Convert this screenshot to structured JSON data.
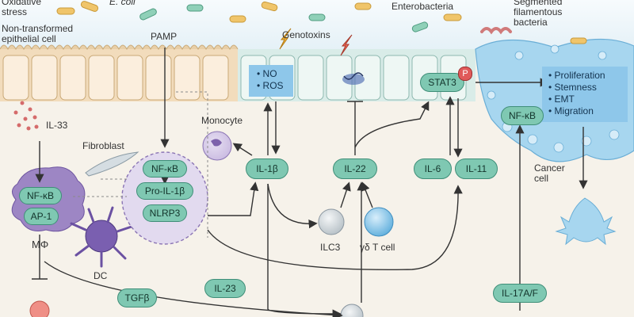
{
  "labels": {
    "oxidative_stress": [
      "Oxidative",
      "stress"
    ],
    "e_coli": "E. coli",
    "enterobacteria": "Enterobacteria",
    "sfb": [
      "Segmented",
      "filamentous",
      "bacteria"
    ],
    "non_transformed": [
      "Non-transformed",
      "epithelial cell"
    ],
    "pamp": "PAMP",
    "genotoxins": "Genotoxins",
    "no": "NO",
    "ros": "ROS",
    "stat3": "STAT3",
    "p": "P",
    "il33": "IL-33",
    "monocyte": "Monocyte",
    "fibroblast": "Fibroblast",
    "mphi": "MΦ",
    "dc": "DC",
    "ilc3": "ILC3",
    "gdt": "γδ T cell",
    "cancer_cell": [
      "Cancer",
      "cell"
    ]
  },
  "factors": {
    "nfkb_m": "NF-κB",
    "ap1": "AP-1",
    "nfkb_c": "NF-κB",
    "pro_il1b": "Pro-IL-1β",
    "nlrp3": "NLRP3",
    "il1b": "IL-1β",
    "il22": "IL-22",
    "il6": "IL-6",
    "il11": "IL-11",
    "nfkb_cancer": "NF-κB",
    "tgfb": "TGFβ",
    "il23": "IL-23",
    "il17": "IL-17A/F"
  },
  "outcomes": [
    "Proliferation",
    "Stemness",
    "EMT",
    "Migration"
  ],
  "colors": {
    "epithelium": "#f2dcbc",
    "cancer": "#a7d6ef",
    "factor_fill": "#7fc8b2",
    "nucleus_box": "#8ec7ea",
    "macrophage": "#9d86c4",
    "p_badge": "#e05a5a"
  }
}
